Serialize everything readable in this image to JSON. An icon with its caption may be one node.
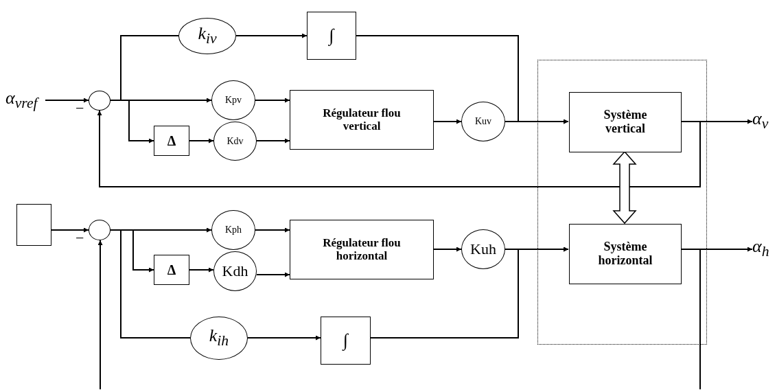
{
  "diagram": {
    "nodes": [
      {
        "text": [
          "α$_{vref}$"
        ]
      },
      {
        "text": [],
        "shape": "circle"
      },
      {
        "text": [
          "k$_{iv}$"
        ]
      },
      {
        "text": [
          "∫"
        ]
      },
      {
        "text": [
          "Kpv"
        ]
      },
      {
        "text": [
          "Δ"
        ]
      },
      {
        "text": [
          "Kdv"
        ]
      },
      {
        "text": [
          "Régulateur flou vertical"
        ]
      },
      {
        "text": [
          "Kuv"
        ]
      },
      {
        "text": [],
        "shape": "box"
      },
      {
        "text": [
          "Système vertical"
        ],
        "in": 9
      },
      {
        "text": [
          "Système horizontal"
        ],
        "in": 9
      },
      {
        "text": [
          "α$_{v}$"
        ]
      },
      {
        "text": [],
        "shape": "box"
      },
      {
        "text": [],
        "shape": "circle"
      },
      {
        "text": [
          "Kph"
        ]
      },
      {
        "text": [
          "Δ"
        ]
      },
      {
        "text": [
          "Kdh"
        ]
      },
      {
        "text": [
          "Régulateur flou horizontal"
        ]
      },
      {
        "text": [
          "Kuh"
        ]
      },
      {
        "text": [
          "k$_{ih}$"
        ]
      },
      {
        "text": [
          "∫"
        ]
      },
      {
        "text": [
          "α$_{h}$"
        ]
      }
    ],
    "edges": [
      {
        "from": 0,
        "to": 1,
        "arrow": "to"
      },
      {
        "from": 1,
        "to": 4,
        "arrow": "to"
      },
      {
        "from": 1,
        "to": 2,
        "arrow": "none"
      },
      {
        "from": 2,
        "to": 3,
        "arrow": "to"
      },
      {
        "from": 3,
        "to": 10,
        "arrow": "to"
      },
      {
        "from": 1,
        "to": 5,
        "arrow": "to"
      },
      {
        "from": 5,
        "to": 6,
        "arrow": "to"
      },
      {
        "from": 4,
        "to": 7,
        "arrow": "to"
      },
      {
        "from": 6,
        "to": 7,
        "arrow": "to"
      },
      {
        "from": 7,
        "to": 8,
        "arrow": "to"
      },
      {
        "from": 8,
        "to": 10,
        "arrow": "to"
      },
      {
        "from": 10,
        "to": 12,
        "arrow": "to"
      },
      {
        "from": 10,
        "to": 1,
        "arrow": "to"
      },
      {
        "from": 10,
        "to": 11,
        "arrow": "both",
        "style": "thick"
      },
      {
        "from": 13,
        "to": 14,
        "arrow": "to"
      },
      {
        "from": 14,
        "to": 15,
        "arrow": "to"
      },
      {
        "from": 14,
        "to": 16,
        "arrow": "to"
      },
      {
        "from": 14,
        "to": 20,
        "arrow": "none"
      },
      {
        "from": 20,
        "to": 21,
        "arrow": "to"
      },
      {
        "from": 21,
        "to": 11,
        "arrow": "to"
      },
      {
        "from": 16,
        "to": 17,
        "arrow": "to"
      },
      {
        "from": 15,
        "to": 18,
        "arrow": "to"
      },
      {
        "from": 17,
        "to": 18,
        "arrow": "to"
      },
      {
        "from": 18,
        "to": 19,
        "arrow": "to"
      },
      {
        "from": 19,
        "to": 11,
        "arrow": "to"
      },
      {
        "from": 11,
        "to": 22,
        "arrow": "to"
      },
      {
        "from": 11,
        "to": null,
        "arrow": "none"
      },
      {
        "from": null,
        "to": 14,
        "arrow": "to"
      }
    ],
    "labels": [
      "−",
      "−"
    ]
  }
}
